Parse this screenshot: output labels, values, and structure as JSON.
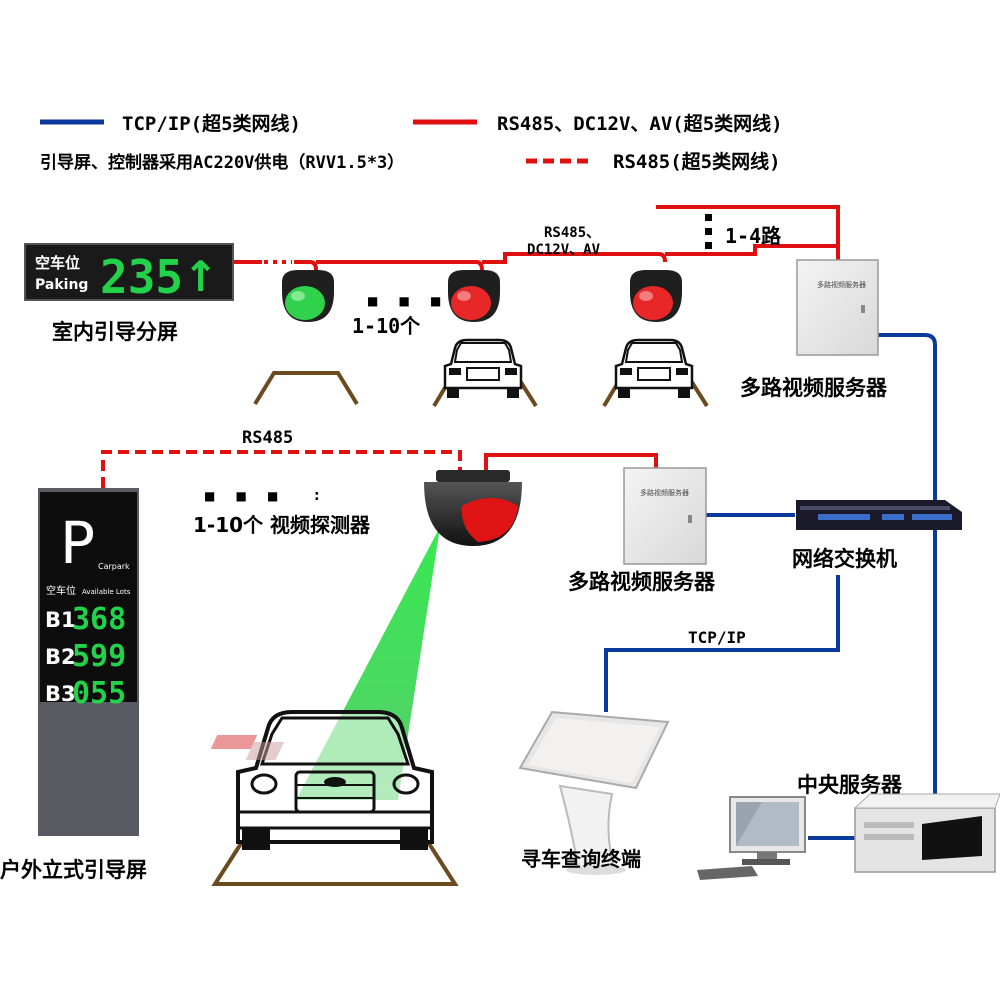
{
  "legend": {
    "tcpip": "TCP/IP(超5类网线)",
    "rs485_power": "RS485、DC12V、AV(超5类网线)",
    "power_note": "引导屏、控制器采用AC220V供电（RVV1.5*3）",
    "rs485_dashed": "RS485(超5类网线)"
  },
  "indoor_screen": {
    "line1": "空车位",
    "line2": "Paking",
    "count": "235",
    "arrow": "↑",
    "caption": "室内引导分屏"
  },
  "top_bus": {
    "label_line1": "RS485、",
    "label_line2": "DC12V、AV",
    "dots": "■ ■ ■",
    "count_label": "1-10个",
    "vdots": "▪\n▪\n▪",
    "channels": "1-4路"
  },
  "servers": {
    "box_text": "多路视频服务器",
    "top_caption": "多路视频服务器",
    "mid_caption": "多路视频服务器"
  },
  "middle": {
    "rs485": "RS485",
    "dots": "■ ■ ■",
    "colon": ":",
    "detector_label": "1-10个 视频探测器"
  },
  "switch": {
    "caption": "网络交换机"
  },
  "tcpip_label": "TCP/IP",
  "outdoor_screen": {
    "p": "P",
    "carpark": "Carpark",
    "header_cn": "空车位",
    "header_en": "Available Lots",
    "rows": [
      {
        "level": "B1",
        "count": "368"
      },
      {
        "level": "B2",
        "count": "599"
      },
      {
        "level": "B3",
        "count": "055"
      }
    ],
    "caption": "户外立式引导屏"
  },
  "kiosk": {
    "caption": "寻车查询终端"
  },
  "central": {
    "caption": "中央服务器"
  },
  "colors": {
    "blue_line": "#0b3a9c",
    "red_line": "#e01010",
    "led_green": "#22d24a",
    "green_light": "#2fd24a",
    "red_light": "#e82828"
  }
}
